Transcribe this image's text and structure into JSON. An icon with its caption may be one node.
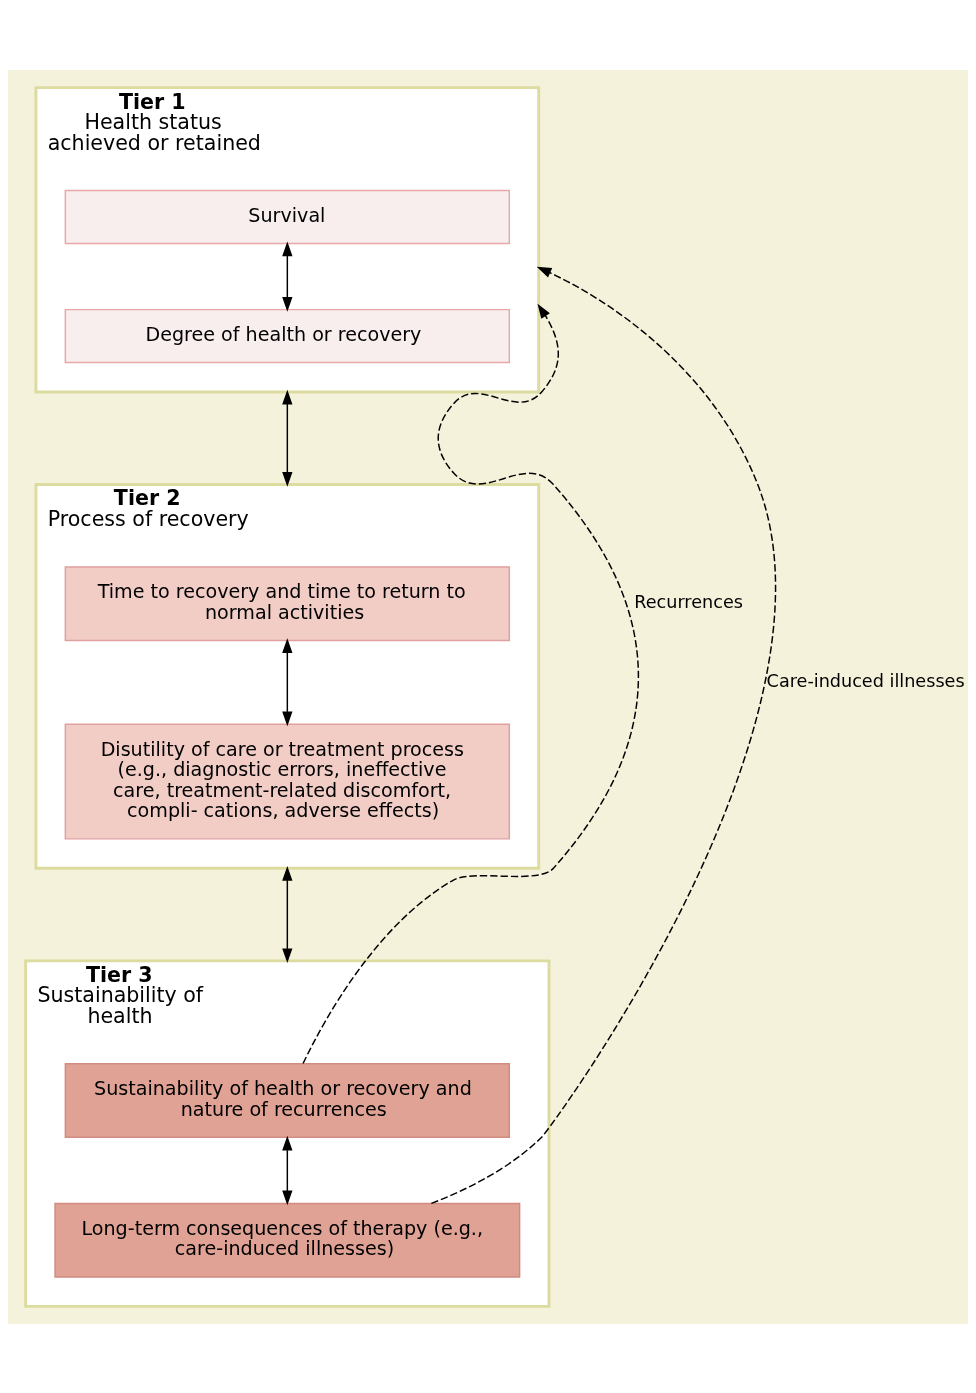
{
  "diagram": {
    "nodes": [
      {
        "text": [
          "Tier 1",
          "Health status achieved or retained"
        ]
      },
      {
        "text": [
          "Survival"
        ],
        "in": 0
      },
      {
        "text": [
          "Degree of health or recovery"
        ],
        "in": 0
      },
      {
        "text": [
          "Tier 2",
          "Process of recovery"
        ]
      },
      {
        "text": [
          "Time to recovery and time to return to normal activities"
        ],
        "in": 3
      },
      {
        "text": [
          "Disutility of care or treatment process (e.g., diagnostic errors, ineffective care, treatment-related discomfort, compli- cations, adverse effects)"
        ],
        "in": 3
      },
      {
        "text": [
          "Tier 3",
          "Sustainability of health"
        ]
      },
      {
        "text": [
          "Sustainability of health or recovery and nature of recurrences"
        ],
        "in": 6
      },
      {
        "text": [
          "Long-term consequences of therapy (e.g., care-induced illnesses)"
        ],
        "in": 6
      }
    ],
    "edges": [
      {
        "from": 1,
        "to": 2,
        "arrow": "both"
      },
      {
        "from": 0,
        "to": 3,
        "arrow": "both"
      },
      {
        "from": 4,
        "to": 5,
        "arrow": "both"
      },
      {
        "from": 3,
        "to": 6,
        "arrow": "both"
      },
      {
        "from": 7,
        "to": 8,
        "arrow": "both"
      },
      {
        "from": 7,
        "to": 0,
        "arrow": "to",
        "label": "Recurrences",
        "style": "dashed"
      },
      {
        "from": 8,
        "to": 0,
        "arrow": "to",
        "label": "Care-induced illnesses",
        "style": "dashed"
      }
    ]
  }
}
